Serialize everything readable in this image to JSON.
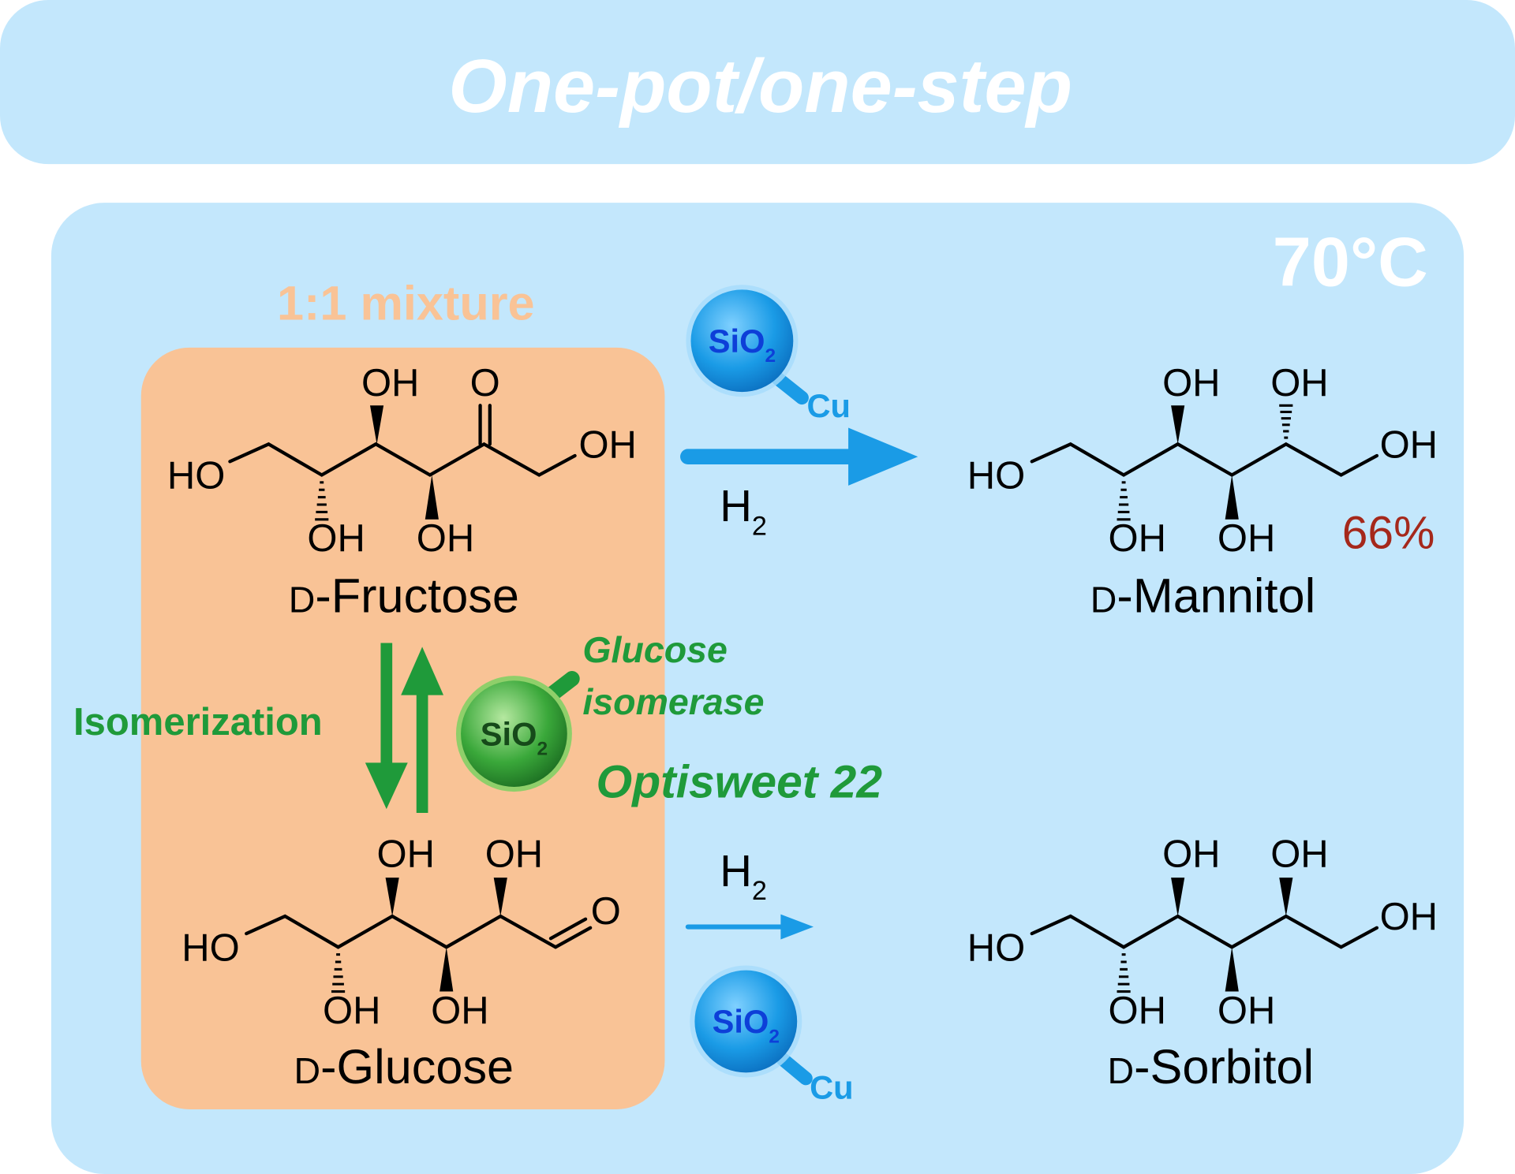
{
  "header": {
    "title": "One-pot/one-step"
  },
  "conditions": {
    "temperature": "70°C",
    "mixture_label": "1:1 mixture"
  },
  "atoms": {
    "oh": "OH",
    "ho": "HO",
    "o": "O"
  },
  "molecules": {
    "fructose": {
      "prefix": "D",
      "name": "-Fructose"
    },
    "glucose": {
      "prefix": "D",
      "name": "-Glucose"
    },
    "mannitol": {
      "prefix": "D",
      "name": "-Mannitol",
      "yield": "66%"
    },
    "sorbitol": {
      "prefix": "D",
      "name": "-Sorbitol"
    }
  },
  "reagents": {
    "h2_main": "H",
    "h2_sub": "2"
  },
  "catalysts": {
    "support": "SiO",
    "support_sub": "2",
    "metal": "Cu",
    "enzyme_line1": "Glucose",
    "enzyme_line2": "isomerase",
    "enzyme_product": "Optisweet 22"
  },
  "process": {
    "isomerization": "Isomerization"
  },
  "colors": {
    "blue": "#1a9be6",
    "green": "#1f9a3a",
    "orange": "#f9c396",
    "panel": "#c3e7fc",
    "yield": "#a5281b"
  }
}
